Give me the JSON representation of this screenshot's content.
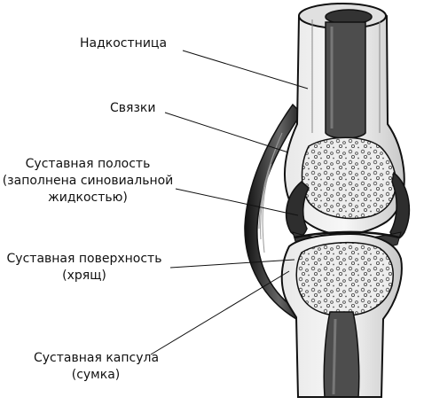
{
  "labels": {
    "periosteum": "Надкостница",
    "ligaments": "Связки",
    "joint_cavity": {
      "line1": "Суставная полость",
      "line2": "(заполнена синовиальной",
      "line3": "жидкостью)"
    },
    "articular_surface": {
      "line1": "Суставная поверхность",
      "line2": "(хрящ)"
    },
    "joint_capsule": {
      "line1": "Суставная капсула",
      "line2": "(сумка)"
    }
  },
  "colors": {
    "line": "#111111",
    "bone_outer": "#dcdcdc",
    "bone_inner": "#f2f2f2",
    "marrow_cavity": "#555555",
    "spongy_bone": "#ececec",
    "cavity_fill": "#3a3a3a",
    "capsule": "#222222"
  }
}
